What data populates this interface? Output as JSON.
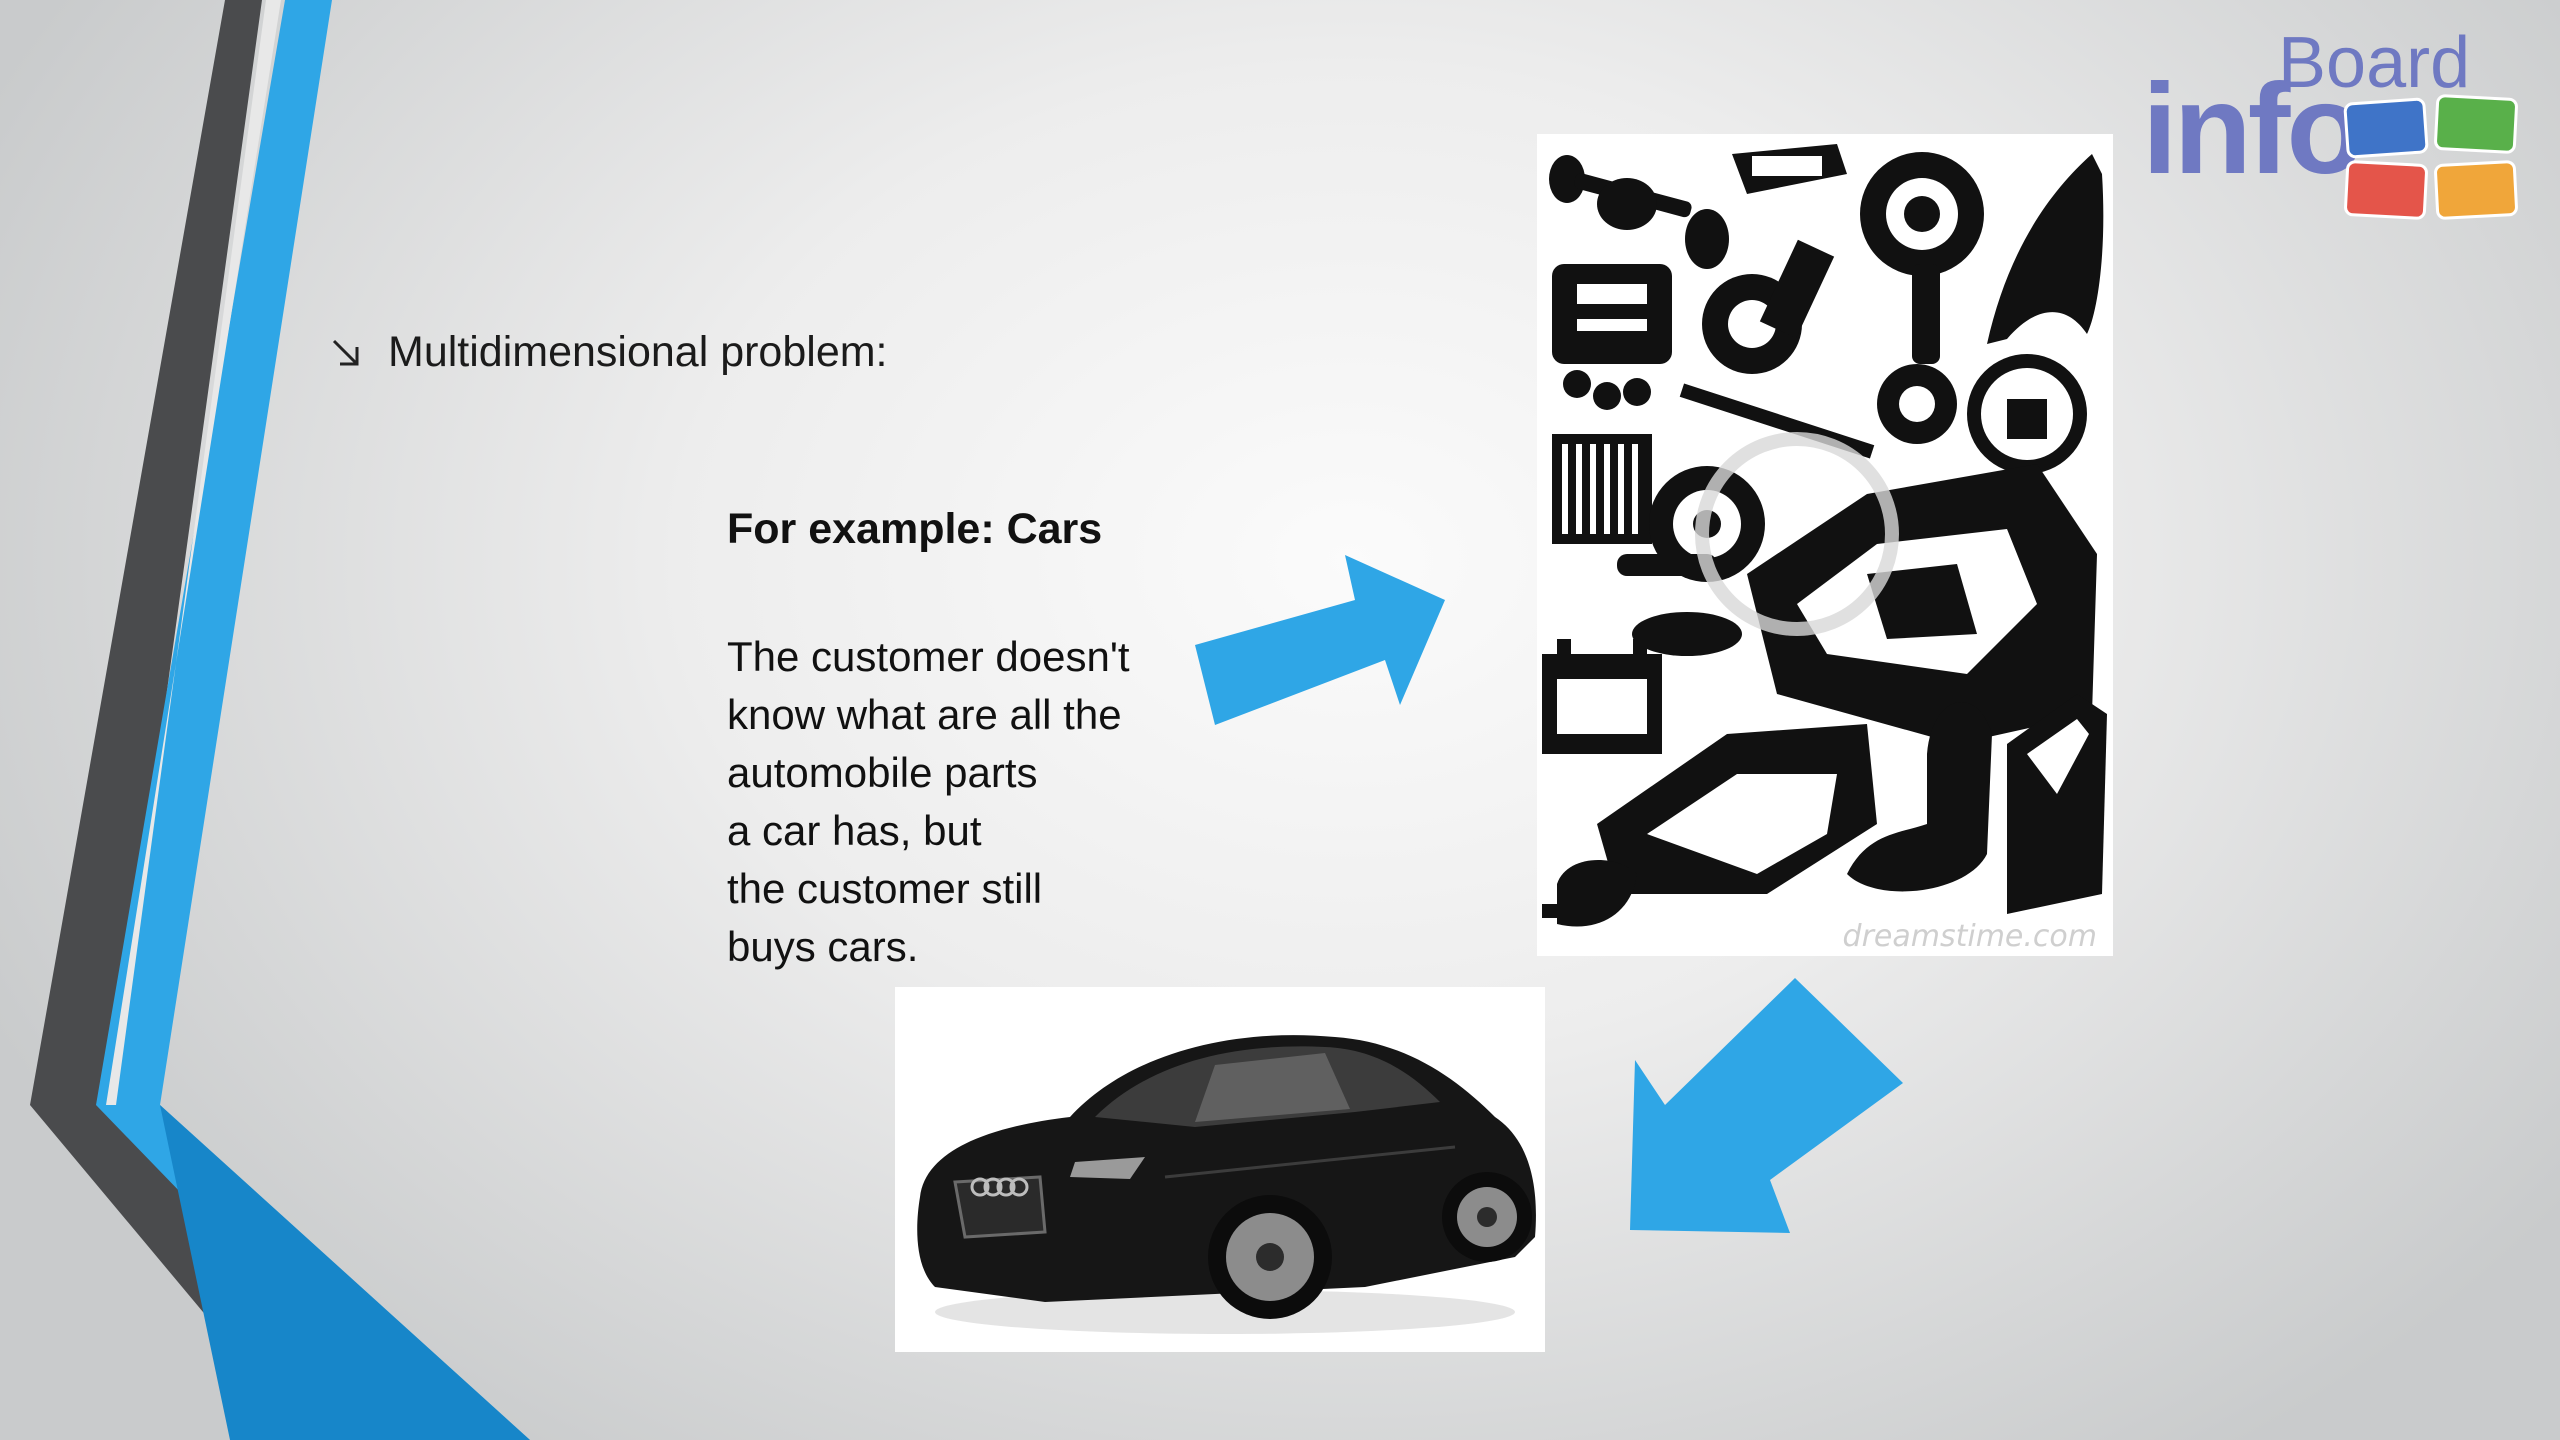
{
  "slide": {
    "bullet": {
      "icon": "arrow-down-right-icon",
      "text": "Multidimensional problem:"
    },
    "example_heading": "For example: Cars",
    "body_lines": [
      "The customer doesn't",
      "know what are all the",
      "automobile parts",
      "a car has, but",
      "the customer still",
      "buys cars."
    ],
    "parts_image": {
      "watermark": "dreamstime.com"
    },
    "logo": {
      "word_board": "Board",
      "word_info": "info",
      "tile_colors": [
        "#3f74c8",
        "#59b04a",
        "#e4554a",
        "#f0a63a"
      ]
    },
    "colors": {
      "accent_blue": "#2fa6e6",
      "stripe_dark": "#4a4b4d"
    }
  }
}
